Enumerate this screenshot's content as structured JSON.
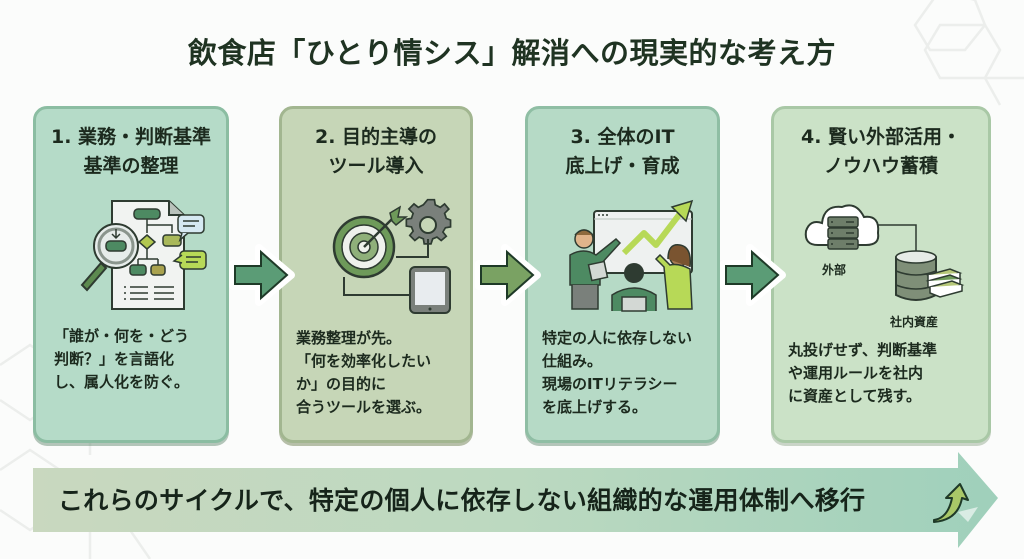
{
  "title": "飲食店「ひとり情シス」解消への現実的な考え方",
  "colors": {
    "card1_bg": "#b5dbc8",
    "card2_bg": "#c6d6b7",
    "card3_bg": "#b6dac6",
    "card4_bg": "#cbe2c7",
    "dark_green": "#2f5a3b",
    "accent_lime": "#b7d957"
  },
  "steps": [
    {
      "title": "1. 業務・判断基準\n基準の整理",
      "icon": "flowchart-magnifier-icon",
      "body": "「誰が・何を・どう\n判断？」を言語化\nし、属人化を防ぐ。"
    },
    {
      "title": "2. 目的主導の\nツール導入",
      "icon": "target-gear-tablet-icon",
      "body": "業務整理が先。\n「何を効率化したい\nか」の目的に\n合うツールを選ぶ。"
    },
    {
      "title": "3. 全体のIT\n底上げ・育成",
      "icon": "team-growth-chart-icon",
      "body": "特定の人に依存しない\n仕組み。\n現場のITリテラシー\nを底上げする。"
    },
    {
      "title": "4. 賢い外部活用・\nノウハウ蓄積",
      "icon": "cloud-database-icon",
      "icon_labels": [
        "外部",
        "社内資産"
      ],
      "body": "丸投げせず、判断基準\nや運用ルールを社内\nに資産として残す。"
    }
  ],
  "banner": {
    "text": "これらのサイクルで、特定の個人に依存しない組織的な運用体制へ移行",
    "icon": "up-arrow-icon"
  }
}
